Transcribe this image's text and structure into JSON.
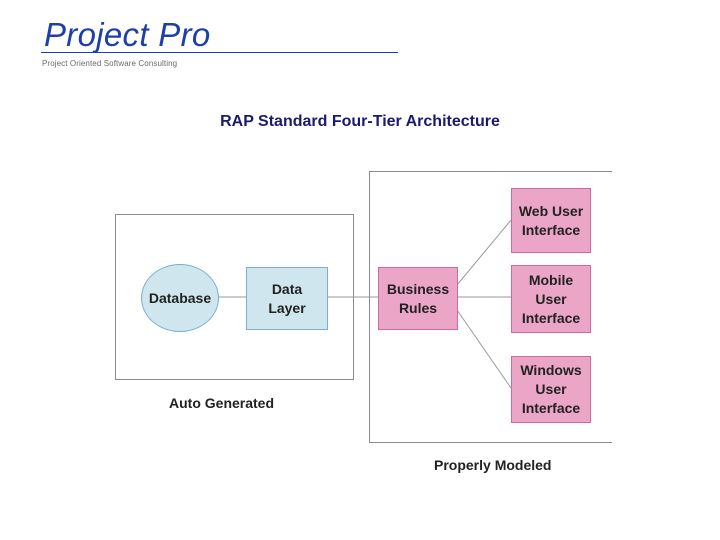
{
  "header": {
    "logo_title": "Project Pro",
    "logo_subtitle": "Project Oriented Software Consulting"
  },
  "slide": {
    "title": "RAP Standard Four-Tier Architecture"
  },
  "diagram": {
    "auto_group_label": "Auto Generated",
    "properly_group_label": "Properly Modeled",
    "nodes": {
      "database": "Database",
      "data_layer": [
        "Data",
        "Layer"
      ],
      "business_rules": [
        "Business",
        "Rules"
      ],
      "web_ui": [
        "Web User",
        "Interface"
      ],
      "mobile_ui": [
        "Mobile",
        "User",
        "Interface"
      ],
      "windows_ui": [
        "Windows",
        "User",
        "Interface"
      ]
    },
    "colors": {
      "generated_fill": "#cfe6ee",
      "modeled_fill": "#eba6c7",
      "title_text": "#1a1a6e",
      "logo_blue": "#1f3fa8"
    }
  }
}
